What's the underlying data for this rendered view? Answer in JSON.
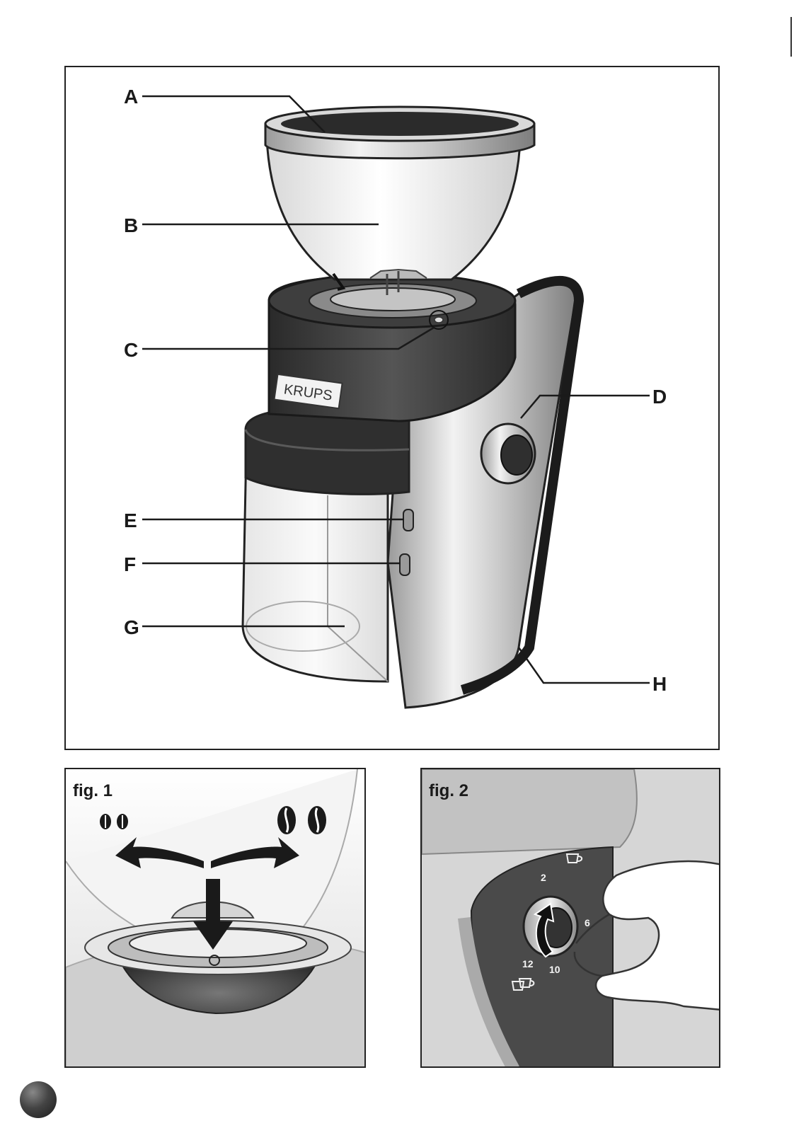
{
  "main_figure": {
    "brand": "KRUPS",
    "callouts": [
      {
        "letter": "A"
      },
      {
        "letter": "B"
      },
      {
        "letter": "C"
      },
      {
        "letter": "D"
      },
      {
        "letter": "E"
      },
      {
        "letter": "F"
      },
      {
        "letter": "G"
      },
      {
        "letter": "H"
      }
    ]
  },
  "fig1": {
    "label": "fig. 1",
    "icons": [
      "fine-grind-beans-icon",
      "coarse-grind-beans-icon"
    ]
  },
  "fig2": {
    "label": "fig. 2",
    "dial_numbers": [
      "2",
      "6",
      "10",
      "12"
    ],
    "icons": [
      "single-cup-icon",
      "multiple-cups-icon"
    ]
  },
  "colors": {
    "outline": "#222222",
    "dark_body": "#3a3a3a",
    "steel": "#c8c8c8"
  }
}
